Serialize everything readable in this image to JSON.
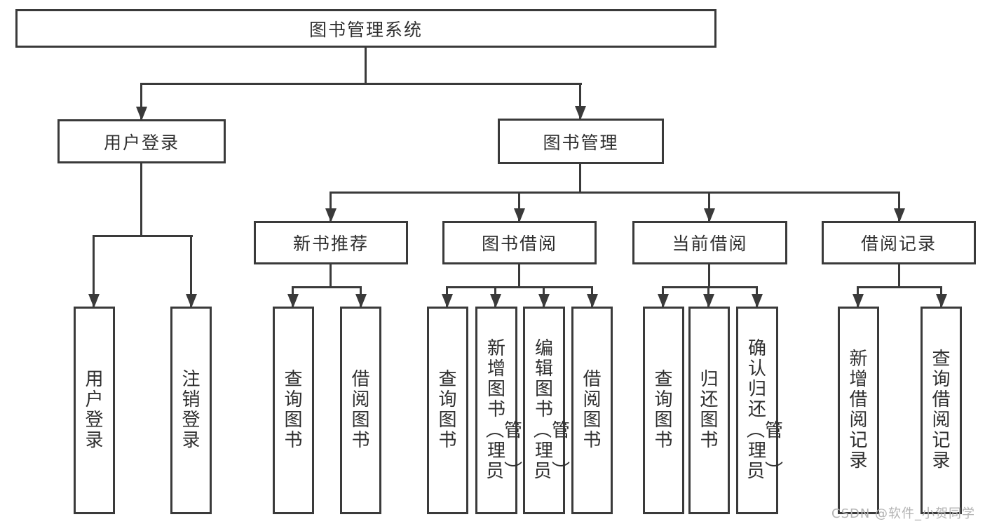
{
  "colors": {
    "background": "#ffffff",
    "line": "#3a3a3a",
    "text": "#2f2f2f",
    "watermark": "#b3b3b3"
  },
  "watermark": {
    "text": "CSDN @软件_小贺同学"
  },
  "diagram": {
    "title": "图书管理系统",
    "nodes": {
      "root": {
        "label": "图书管理系统",
        "children": [
          "userLogin",
          "bookMgmt"
        ]
      },
      "userLogin": {
        "label": "用户登录",
        "children": [
          "leafUserLogin",
          "leafLogout"
        ]
      },
      "bookMgmt": {
        "label": "图书管理",
        "children": [
          "newBooks",
          "bookBorrow",
          "currentBorrow",
          "borrowHistory"
        ]
      },
      "newBooks": {
        "label": "新书推荐",
        "children": [
          "leafQueryBooks1",
          "leafBorrowBooks1"
        ]
      },
      "bookBorrow": {
        "label": "图书借阅",
        "children": [
          "leafQueryBooks2",
          "leafAddBook",
          "leafEditBook",
          "leafBorrowBooks2"
        ]
      },
      "currentBorrow": {
        "label": "当前借阅",
        "children": [
          "leafQueryBooks3",
          "leafReturnBook",
          "leafConfirmReturn"
        ]
      },
      "borrowHistory": {
        "label": "借阅记录",
        "children": [
          "leafAddBorrowRecord",
          "leafQueryBorrowRecord"
        ]
      },
      "leafUserLogin": {
        "label": "用户登录"
      },
      "leafLogout": {
        "label": "注销登录"
      },
      "leafQueryBooks1": {
        "label": "查询图书"
      },
      "leafBorrowBooks1": {
        "label": "借阅图书"
      },
      "leafQueryBooks2": {
        "label": "查询图书"
      },
      "leafAddBook": {
        "label": "新增图书（管理员）"
      },
      "leafEditBook": {
        "label": "编辑图书（管理员）"
      },
      "leafBorrowBooks2": {
        "label": "借阅图书"
      },
      "leafQueryBooks3": {
        "label": "查询图书"
      },
      "leafReturnBook": {
        "label": "归还图书"
      },
      "leafConfirmReturn": {
        "label": "确认归还（管理员）"
      },
      "leafAddBorrowRecord": {
        "label": "新增借阅记录"
      },
      "leafQueryBorrowRecord": {
        "label": "查询借阅记录"
      }
    }
  }
}
